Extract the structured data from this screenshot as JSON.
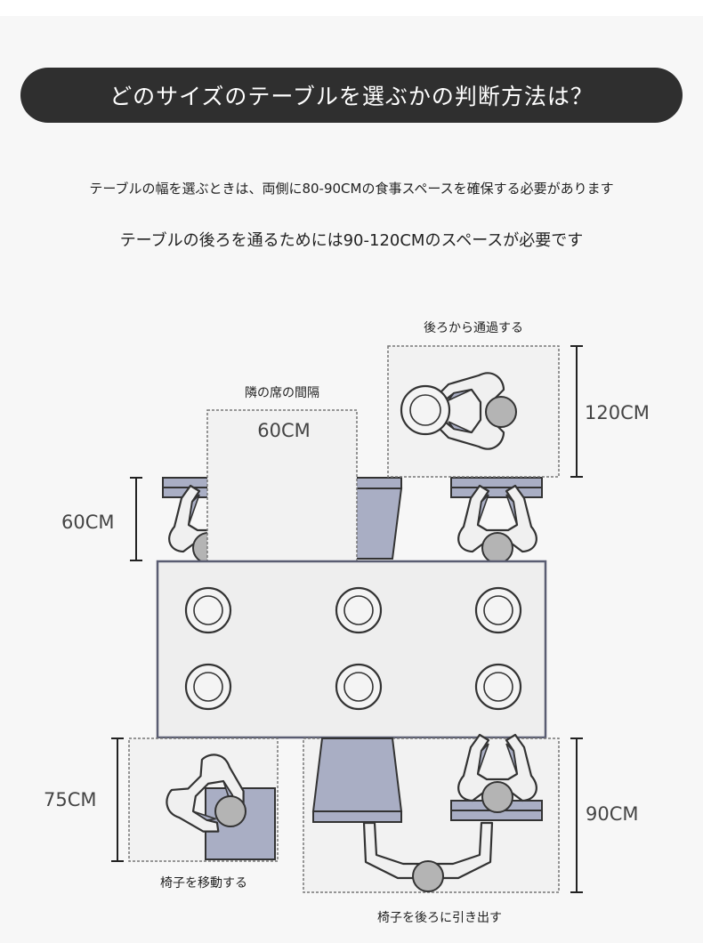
{
  "header": {
    "title": "どのサイズのテーブルを選ぶかの判断方法は？"
  },
  "intro": {
    "line1": "テーブルの幅を選ぶときは、両側に80-90CMの食事スペースを確保する必要があります",
    "line2": "テーブルの後ろを通るためには90-120CMのスペースが必要です"
  },
  "diagram": {
    "labels": {
      "pass_behind": "後ろから通過する",
      "neighbor_gap": "隣の席の間隔",
      "move_chair": "椅子を移動する",
      "pull_chair": "椅子を後ろに引き出す"
    },
    "dimensions": {
      "neighbor_width": "60CM",
      "seat_depth": "60CM",
      "pass_depth": "120CM",
      "move_depth": "75CM",
      "pull_depth": "90CM"
    }
  },
  "colors": {
    "banner": "#2f2f2f",
    "table": "#eeeeee",
    "chair": "#a9aec4",
    "person": "#f0f0f0",
    "head": "#b4b4b4"
  }
}
